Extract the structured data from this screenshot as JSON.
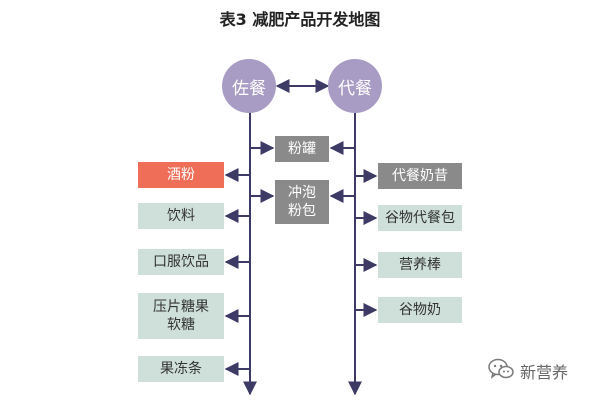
{
  "title": "表3  减肥产品开发地图",
  "colors": {
    "circle": "#a89cc4",
    "line": "#3d3a66",
    "gray_box": "#8a8a8a",
    "teal_box": "#cfe0da",
    "red_box": "#ee6e58"
  },
  "nodes": {
    "side_meal": "佐餐",
    "meal_replacement": "代餐"
  },
  "center_items": {
    "powder_can": "粉罐",
    "brew_powder_line1": "冲泡",
    "brew_powder_line2": "粉包"
  },
  "left_items": {
    "wine_powder": "酒粉",
    "drinks": "饮料",
    "oral_drink": "口服饮品",
    "tablet_candy_line1": "压片糖果",
    "tablet_candy_line2": "软糖",
    "jelly_strip": "果冻条"
  },
  "right_items": {
    "meal_shake": "代餐奶昔",
    "grain_meal_bag": "谷物代餐包",
    "nutrition_bar": "营养棒",
    "grain_milk": "谷物奶"
  },
  "watermark": {
    "text": "新营养",
    "icon": "wechat-icon"
  }
}
